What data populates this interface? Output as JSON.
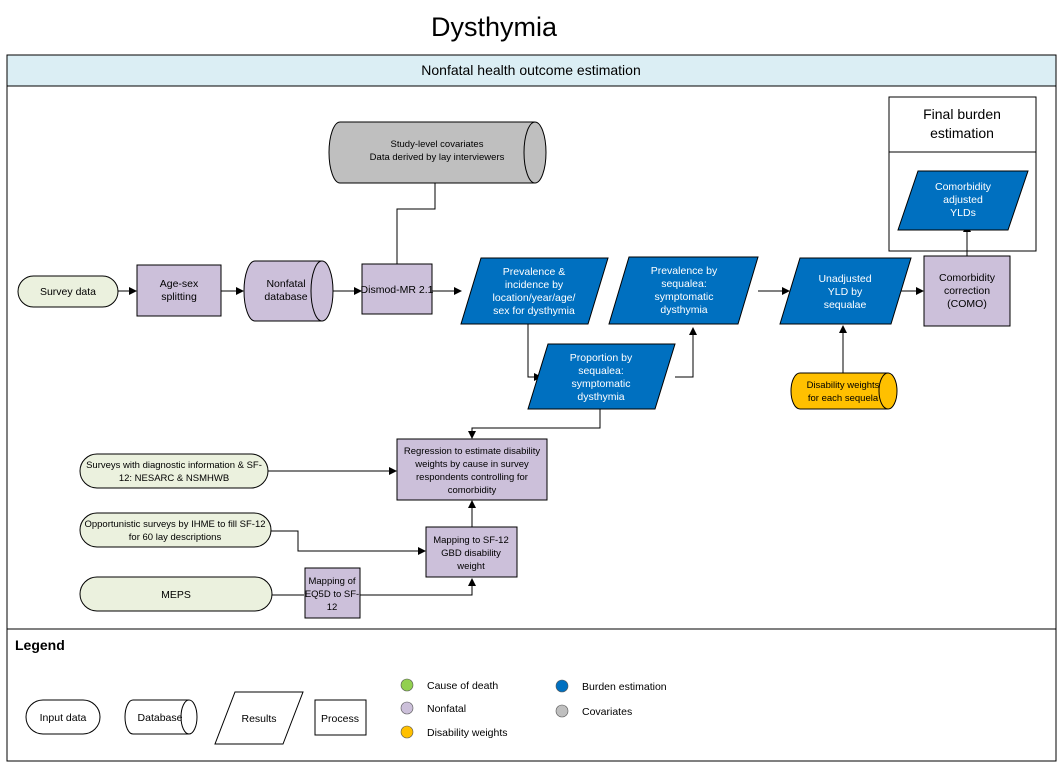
{
  "title": "Dysthymia",
  "section_header": "Nonfatal health outcome estimation",
  "final_box": {
    "title_line1": "Final burden",
    "title_line2": "estimation"
  },
  "nodes": {
    "survey_data": "Survey data",
    "age_sex": [
      "Age-sex",
      "splitting"
    ],
    "nonfatal_db": [
      "Nonfatal",
      "database"
    ],
    "covariates": [
      "Study-level covariates",
      "Data derived by lay interviewers"
    ],
    "dismod": "Dismod-MR 2.1",
    "prev_incidence": [
      "Prevalence &",
      "incidence by",
      "location/year/age/",
      "sex for dysthymia"
    ],
    "prev_sequela": [
      "Prevalence by",
      "sequalea:",
      "symptomatic",
      "dysthymia"
    ],
    "unadjusted_yld": [
      "Unadjusted",
      "YLD by",
      "sequalae"
    ],
    "como": [
      "Comorbidity",
      "correction",
      "(COMO)"
    ],
    "adjusted_yld": [
      "Comorbidity",
      "adjusted",
      "YLDs"
    ],
    "proportion": [
      "Proportion by",
      "sequalea:",
      "symptomatic",
      "dysthymia"
    ],
    "dw_sequela": [
      "Disability weights",
      "for each sequela"
    ],
    "regression": [
      "Regression to estimate disability",
      "weights by cause in survey",
      "respondents controlling for",
      "comorbidity"
    ],
    "surveys_diag": [
      "Surveys with diagnostic information & SF-",
      "12: NESARC & NSMHWB"
    ],
    "opportunistic": [
      "Opportunistic surveys by IHME to fill SF-12",
      "for 60 lay descriptions"
    ],
    "mapping_sf12": [
      "Mapping to SF-12",
      "GBD disability",
      "weight"
    ],
    "meps": "MEPS",
    "mapping_eq5d": [
      "Mapping of",
      "EQ5D to SF-",
      "12"
    ]
  },
  "legend": {
    "title": "Legend",
    "shapes": {
      "input": "Input data",
      "database": "Database",
      "results": "Results",
      "process": "Process"
    },
    "colors": [
      {
        "label": "Cause of death",
        "color": "#92d050"
      },
      {
        "label": "Nonfatal",
        "color": "#ccc0da"
      },
      {
        "label": "Disability weights",
        "color": "#ffc000"
      },
      {
        "label": "Burden estimation",
        "color": "#0070c0"
      },
      {
        "label": "Covariates",
        "color": "#bfbfbf"
      }
    ]
  },
  "colors": {
    "input": "#ebf1de",
    "nonfatal": "#ccc0da",
    "burden": "#0070c0",
    "disability": "#ffc000",
    "covariates": "#bfbfbf",
    "header": "#dbeef4"
  }
}
